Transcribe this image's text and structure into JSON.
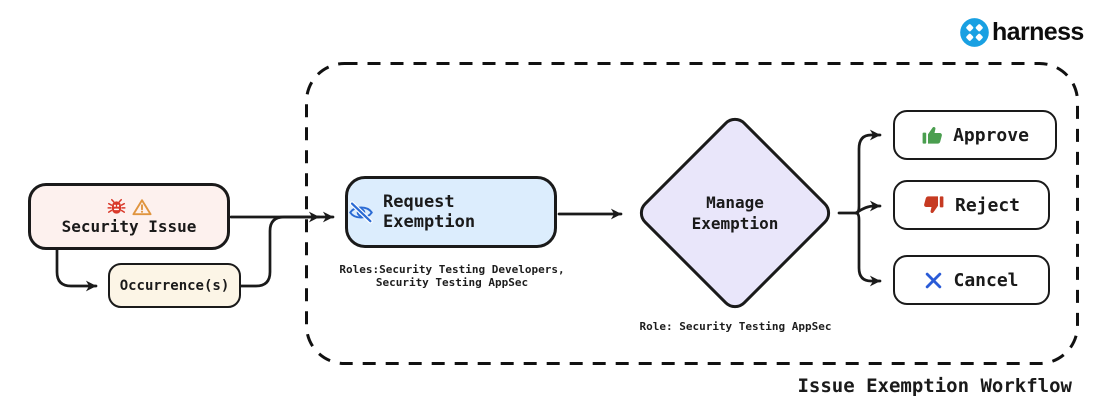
{
  "brand": {
    "name": "harness",
    "logo_icon": "harness-logo",
    "logo_color": "#19a0e2"
  },
  "diagram": {
    "title": "Issue Exemption Workflow",
    "nodes": {
      "security_issue": {
        "label": "Security Issue",
        "icons": [
          "bug-icon",
          "warning-icon"
        ],
        "fill": "#fdf1ee"
      },
      "occurrences": {
        "label": "Occurrence(s)",
        "fill": "#fcf5e6"
      },
      "request_exemption": {
        "label": "Request Exemption",
        "icon": "eye-slash-icon",
        "fill": "#dcedfd",
        "roles_line1": "Roles:Security Testing Developers,",
        "roles_line2": "Security Testing AppSec"
      },
      "manage_exemption": {
        "label_line1": "Manage",
        "label_line2": "Exemption",
        "fill": "#e9e6fa",
        "role": "Role: Security Testing AppSec"
      },
      "actions": [
        {
          "label": "Approve",
          "icon": "thumbs-up-icon",
          "icon_color": "#4a9e4f"
        },
        {
          "label": "Reject",
          "icon": "thumbs-down-icon",
          "icon_color": "#c63a22"
        },
        {
          "label": "Cancel",
          "icon": "x-icon",
          "icon_color": "#2a5bd7"
        }
      ]
    },
    "colors": {
      "stroke": "#1a1a1a",
      "bug_red": "#d93a2b",
      "warning_orange": "#e0953f",
      "eye_blue": "#2b6bd4"
    }
  }
}
